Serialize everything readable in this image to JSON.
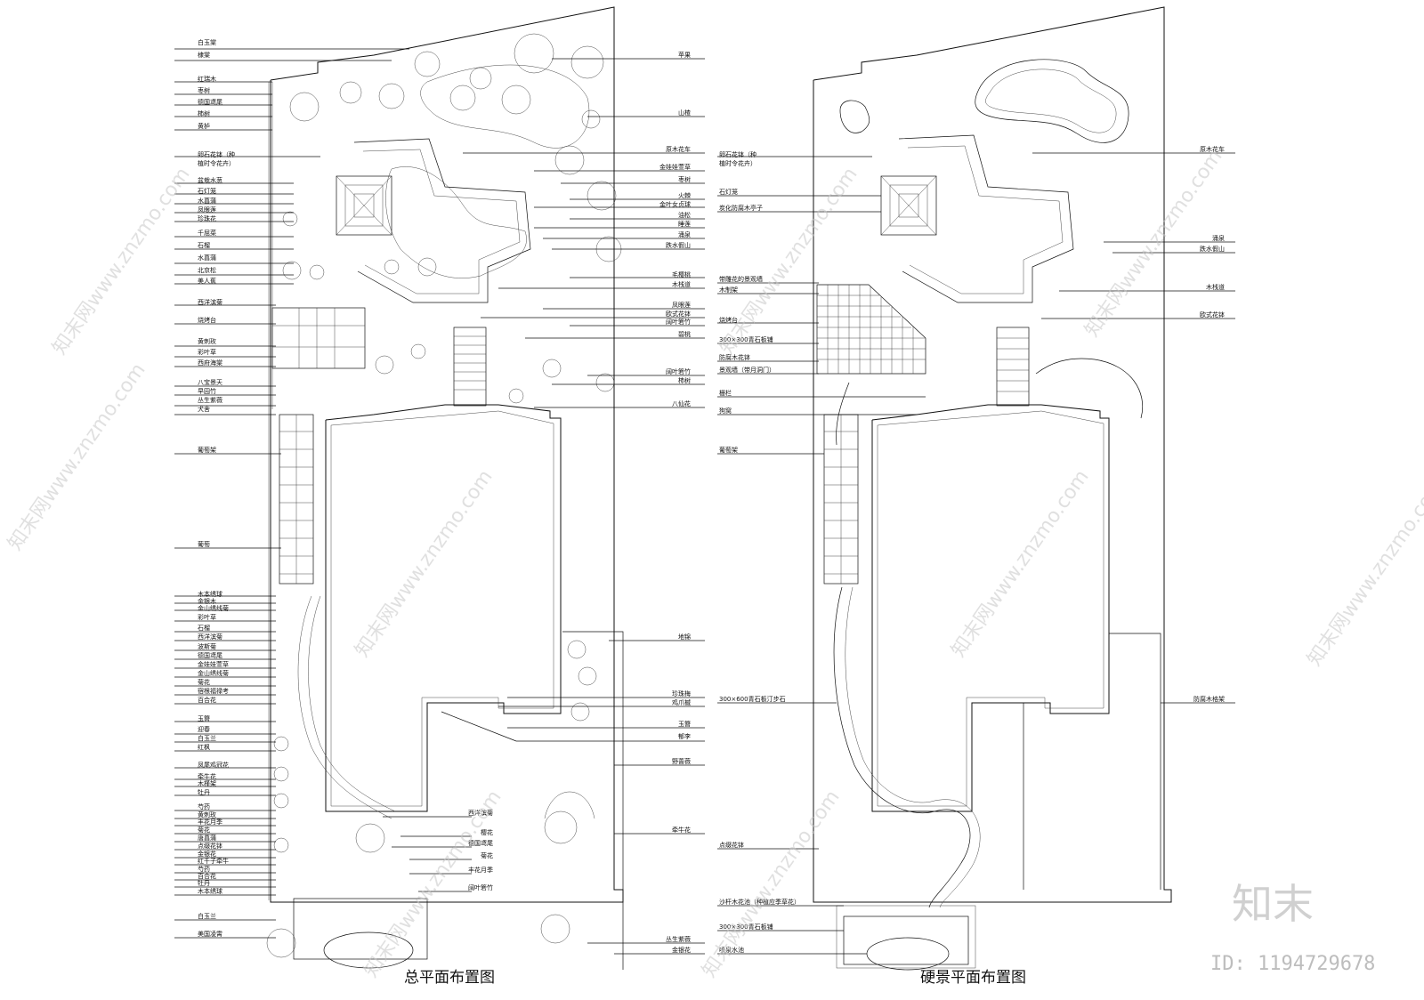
{
  "titles": {
    "left": "总平面布置图",
    "right": "硬景平面布置图"
  },
  "watermark": {
    "site": "知末网www.znzmo.com",
    "brand": "知末",
    "id": "ID: 1194729678"
  },
  "left_labels_left": [
    "白玉棠",
    "棣棠",
    "红瑞木",
    "枣树",
    "德国鸢尾",
    "柿树",
    "黄栌",
    "卵石花钵（种",
    "植时令花卉）",
    "盆栽水葱",
    "石灯笼",
    "水菖蒲",
    "凤眼莲",
    "珍珠花",
    "千屈菜",
    "石榴",
    "水菖蒲",
    "北京松",
    "美人蕉",
    "西洋滨菊",
    "烧烤台",
    "黄刺玫",
    "彩叶草",
    "西府海棠",
    "八宝景天",
    "早园竹",
    "丛生紫薇",
    "犬舍",
    "葡萄架",
    "葡萄",
    "木本绣球",
    "金银木",
    "金山绣线菊",
    "彩叶草",
    "石榴",
    "西洋滨菊",
    "波斯菊",
    "德国鸢尾",
    "金娃娃萱草",
    "金山绣线菊",
    "菊花",
    "宿根福禄考",
    "百合花",
    "玉簪",
    "迎春",
    "白玉兰",
    "红枫",
    "凤尾鸡冠花",
    "牵牛花",
    "木槿架",
    "牡丹",
    "芍药",
    "黄刺玫",
    "丰花月季",
    "菊花",
    "唐菖蒲",
    "点缀花钵",
    "金银花",
    "红千子牵牛",
    "芍药",
    "百合花",
    "牡丹",
    "木本绣球",
    "白玉兰",
    "美国凌霄"
  ],
  "left_labels_right": [
    "苹果",
    "山楂",
    "原木花车",
    "金娃娃萱草",
    "枣树",
    "火棘",
    "金叶女贞球",
    "油松",
    "睡莲",
    "涌泉",
    "跌水假山",
    "毛樱桃",
    "木栈道",
    "凤眼莲",
    "欧式花钵",
    "阔叶箬竹",
    "碧桃",
    "阔叶箬竹",
    "柿树",
    "八仙花",
    "地锦",
    "珍珠梅",
    "鸡爪槭",
    "玉簪",
    "郁李",
    "野蔷薇",
    "牵牛花",
    "丛生紫薇",
    "金银花"
  ],
  "left_labels_inner": [
    "西洋滨菊",
    "樱花",
    "德国鸢尾",
    "菊花",
    "丰花月季",
    "阔叶箬竹"
  ],
  "right_labels_left": [
    "卵石花钵（种",
    "植时令花卉）",
    "石灯笼",
    "炭化防腐木亭子",
    "带雕花的景观墙",
    "木制架",
    "烧烤台",
    "300×300青石板铺",
    "防腐木花钵",
    "景观墙（带月洞门）",
    "栅栏",
    "狗窝",
    "葡萄架",
    "300×600青石板汀步石",
    "点缀花钵",
    "沙杆木花池（种植应季草花）",
    "300×300青石板铺",
    "喷泉水池"
  ],
  "right_labels_right": [
    "原木花车",
    "涌泉",
    "跌水假山",
    "木栈道",
    "欧式花钵",
    "防腐木格架"
  ]
}
